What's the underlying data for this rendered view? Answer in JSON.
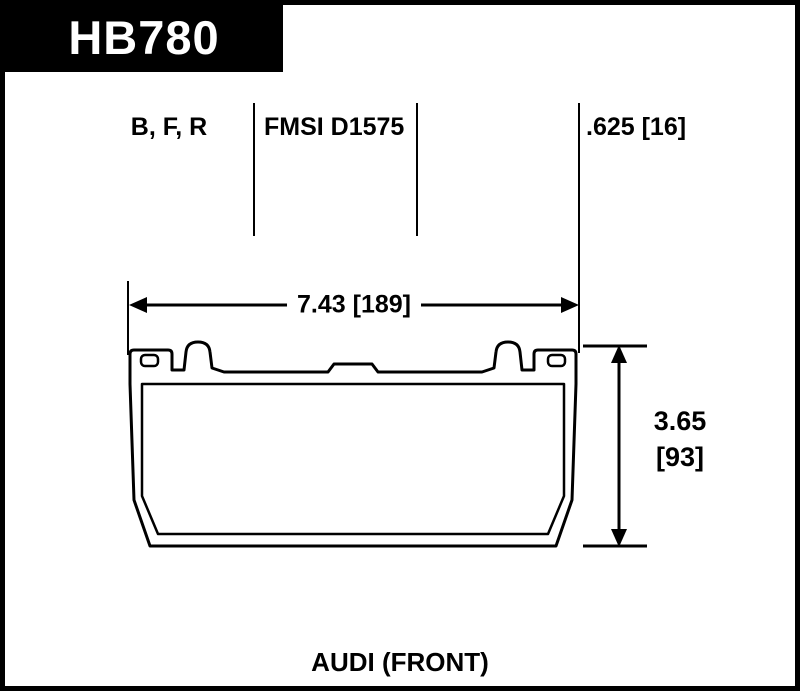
{
  "part_number": "HB780",
  "specs": {
    "compounds": "B, F, R",
    "fmsi": "FMSI D1575",
    "pad_thickness": ".625 [16]"
  },
  "dimensions": {
    "width_label": "7.43 [189]",
    "height_value": "3.65",
    "height_bracket": "[93]"
  },
  "application_label": "AUDI (FRONT)",
  "colors": {
    "ink": "#000000",
    "paper": "#ffffff"
  }
}
